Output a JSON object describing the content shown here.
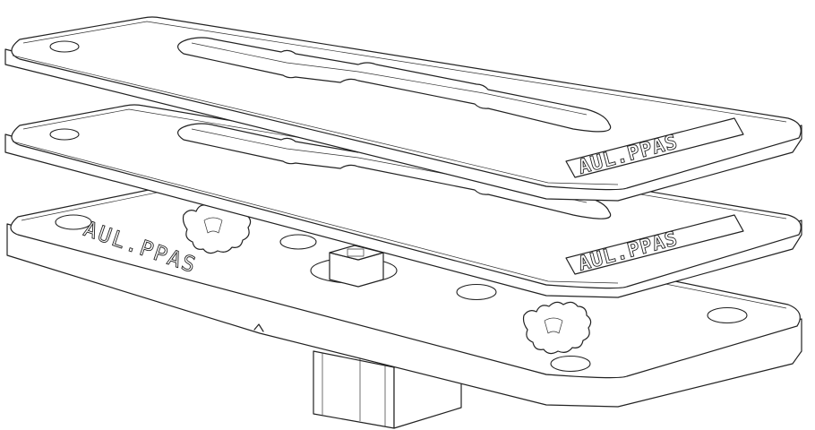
{
  "plates": {
    "top_label": "AUL.PPAS",
    "middle_label": "AUL.PPAS",
    "base_label": "AUL.PPAS"
  }
}
